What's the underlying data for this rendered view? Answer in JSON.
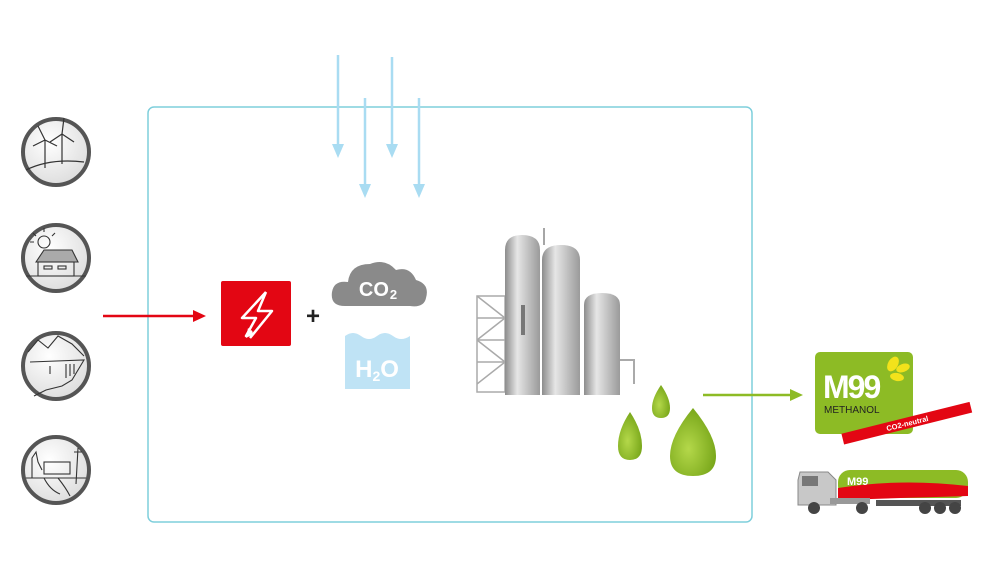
{
  "diagram": {
    "sources": [
      {
        "icon": "wind-turbines-icon"
      },
      {
        "icon": "solar-house-icon"
      },
      {
        "icon": "hydro-dam-icon"
      },
      {
        "icon": "power-plant-icon"
      }
    ],
    "plus": "+",
    "co2": {
      "main": "CO",
      "sub": "2"
    },
    "h2o": {
      "h": "H",
      "sub": "2",
      "o": "O"
    },
    "product": {
      "brand": "M99",
      "name": "METHANOL",
      "band": "CO2-neutral"
    },
    "truck": {
      "brand": "M99"
    },
    "colors": {
      "frame": "#7fcfdc",
      "electricity": "#e30613",
      "air_arrows": "#a9dcf2",
      "methanol_green": "#8dbb25",
      "leaf_yellow": "#f2e21b",
      "plant_grey": "#b8b8b8"
    }
  }
}
